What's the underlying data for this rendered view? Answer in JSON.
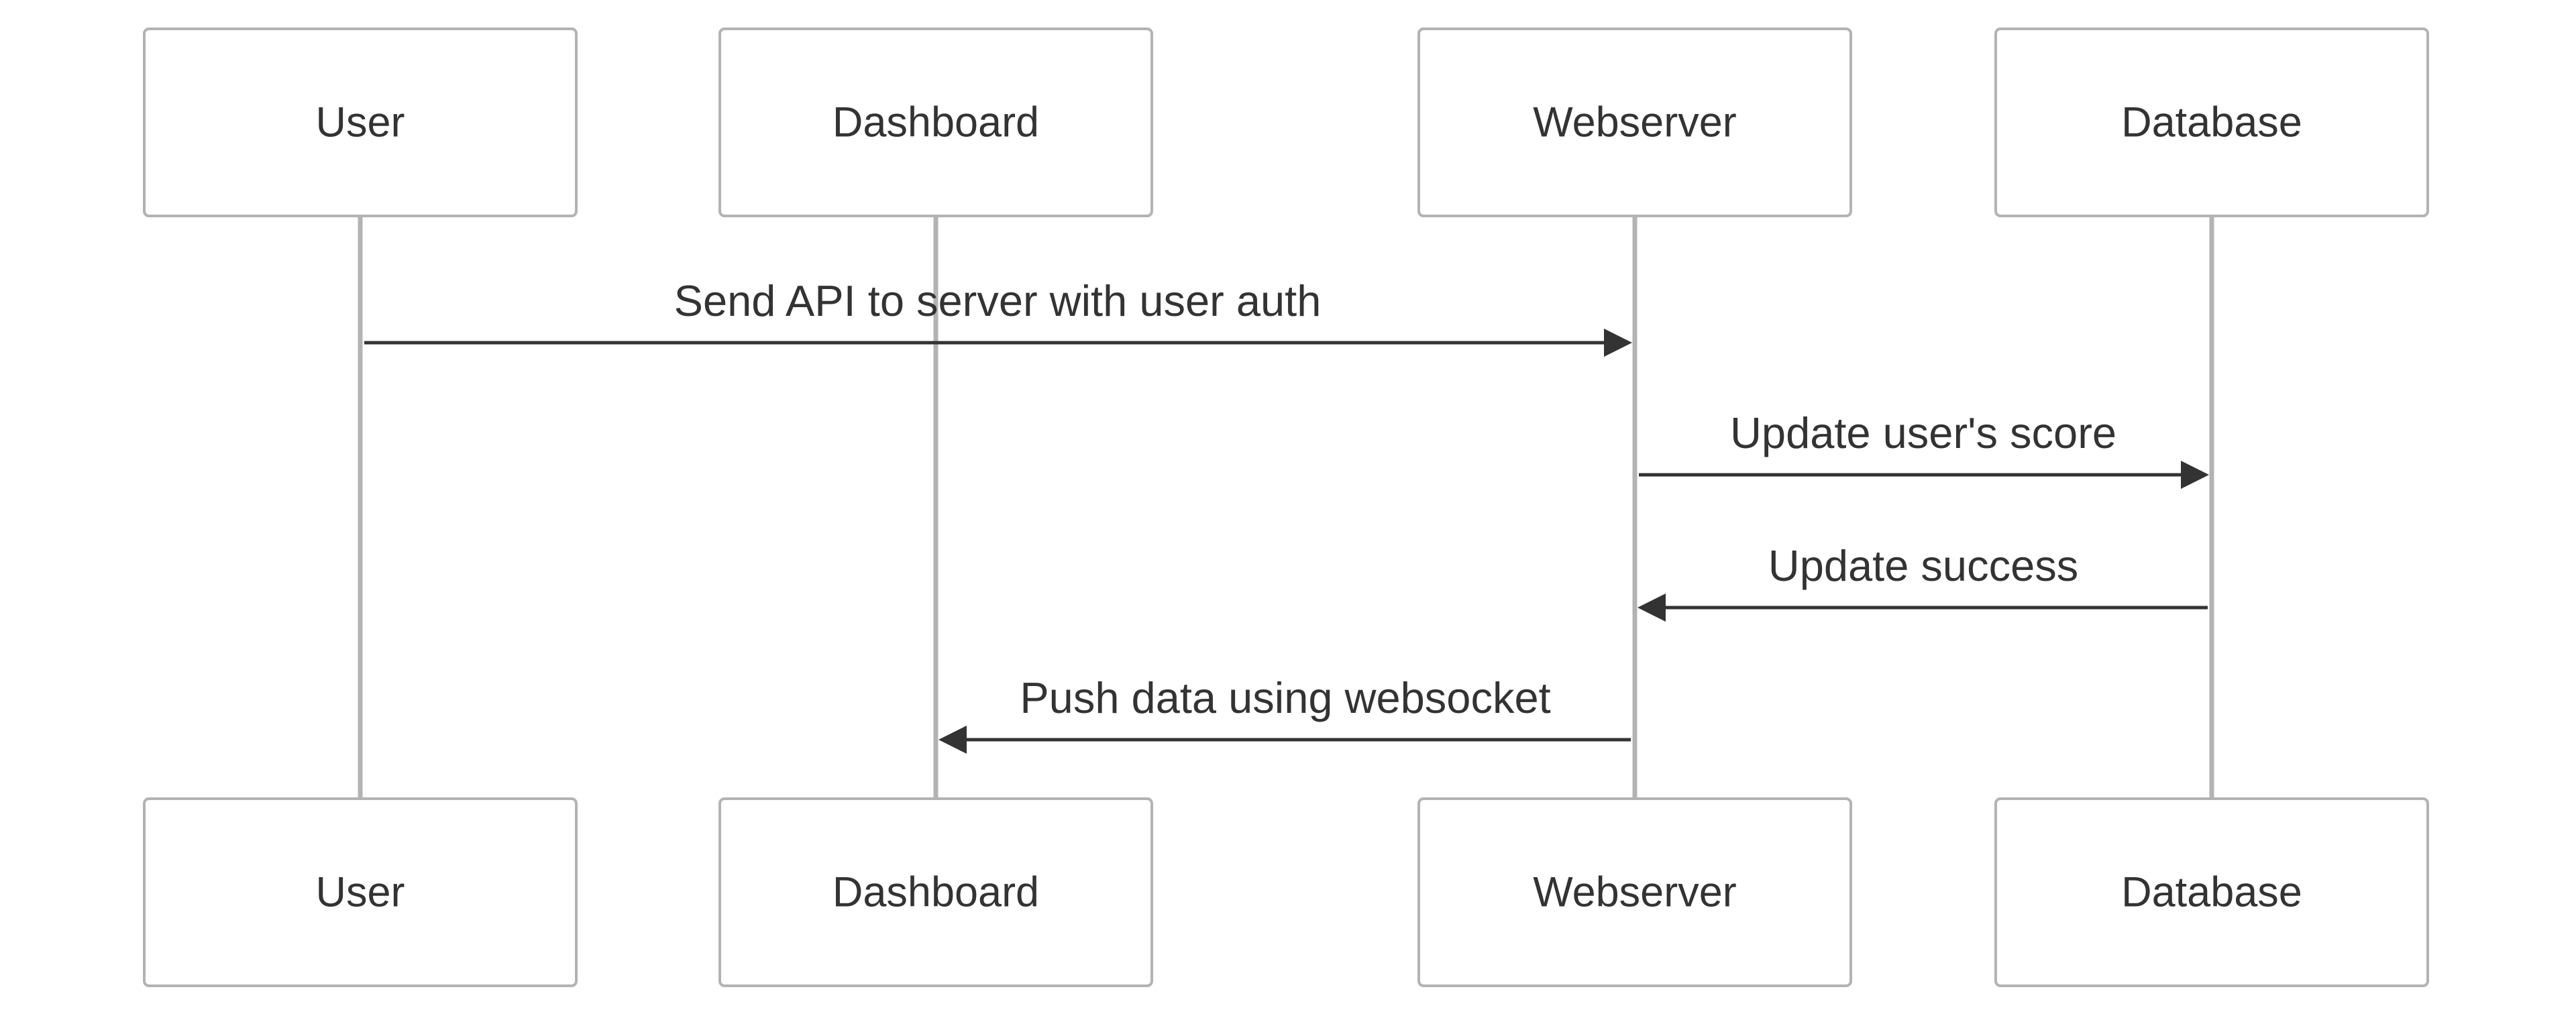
{
  "diagram": {
    "type": "sequence",
    "participants": [
      "User",
      "Dashboard",
      "Webserver",
      "Database"
    ],
    "messages": [
      {
        "from": "User",
        "to": "Webserver",
        "label": "Send API to server with user auth"
      },
      {
        "from": "Webserver",
        "to": "Database",
        "label": "Update user's score"
      },
      {
        "from": "Database",
        "to": "Webserver",
        "label": "Update success"
      },
      {
        "from": "Webserver",
        "to": "Dashboard",
        "label": "Push data using websocket"
      }
    ],
    "colors": {
      "box_stroke": "#b3b3b3",
      "box_fill": "#ffffff",
      "lifeline": "#b3b3b3",
      "arrow": "#333333",
      "text": "#333333"
    }
  }
}
